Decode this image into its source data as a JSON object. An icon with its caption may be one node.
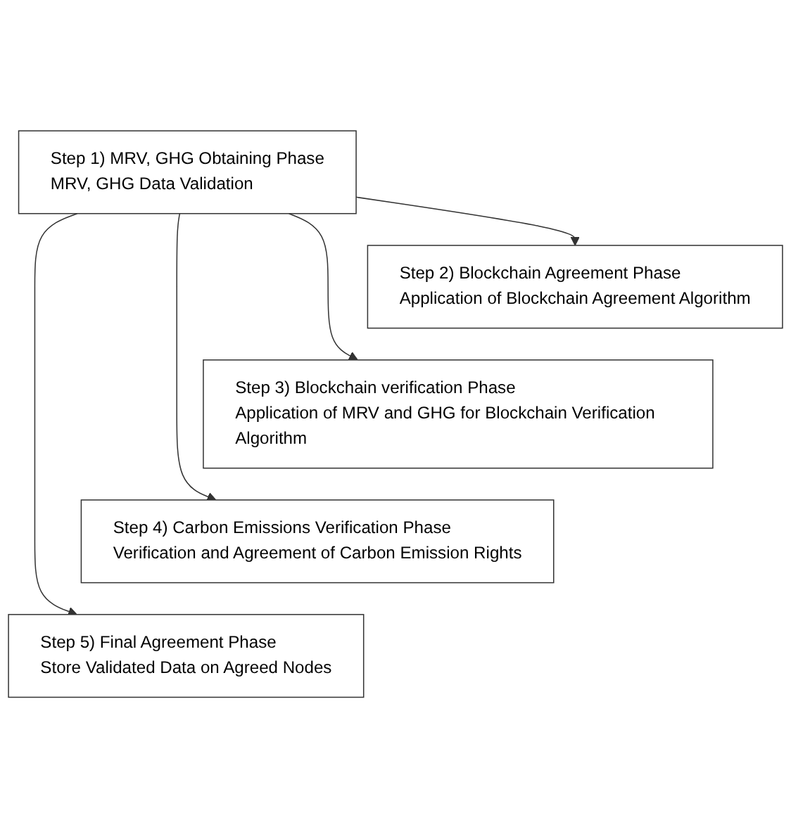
{
  "diagram": {
    "nodes": [
      {
        "text": [
          "Step 1) MRV, GHG Obtaining Phase",
          "MRV, GHG Data Validation"
        ]
      },
      {
        "text": [
          "Step 2) Blockchain Agreement Phase",
          "Application of Blockchain Agreement Algorithm"
        ]
      },
      {
        "text": [
          "Step 3) Blockchain verification Phase",
          "Application of MRV and GHG for Blockchain Verification Algorithm"
        ]
      },
      {
        "text": [
          "Step 4) Carbon Emissions Verification Phase",
          "Verification and Agreement of Carbon Emission Rights"
        ]
      },
      {
        "text": [
          "Step 5) Final Agreement Phase",
          "Store Validated Data on Agreed Nodes"
        ]
      }
    ],
    "edges": [
      {
        "from": 0,
        "to": 1,
        "arrow": "to"
      },
      {
        "from": 0,
        "to": 2,
        "arrow": "to"
      },
      {
        "from": 0,
        "to": 3,
        "arrow": "to"
      },
      {
        "from": 0,
        "to": 4,
        "arrow": "to"
      }
    ]
  }
}
